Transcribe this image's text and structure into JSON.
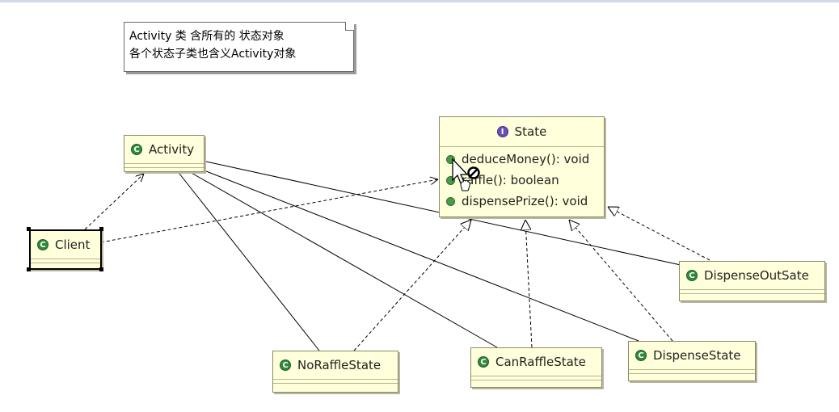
{
  "note": {
    "lines": [
      "Activity 类 含所有的 状态对象",
      "各个状态子类也含义Activity对象"
    ]
  },
  "classes": {
    "activity": {
      "name": "Activity",
      "kind": "class"
    },
    "client": {
      "name": "Client",
      "kind": "class"
    },
    "state": {
      "name": "State",
      "kind": "interface",
      "methods": [
        "deduceMoney(): void",
        "raffle(): boolean",
        "dispensePrize(): void"
      ]
    },
    "no_raffle": {
      "name": "NoRaffleState",
      "kind": "class"
    },
    "can_raffle": {
      "name": "CanRaffleState",
      "kind": "class"
    },
    "dispense": {
      "name": "DispenseState",
      "kind": "class"
    },
    "dispense_out": {
      "name": "DispenseOutSate",
      "kind": "class"
    }
  },
  "badges": {
    "class": "C",
    "interface": "I"
  },
  "colors": {
    "class_fill": "#ffffdc",
    "class_badge": "#2f8a3a",
    "interface_badge": "#6a4fb5",
    "line": "#000000"
  },
  "relations": [
    {
      "type": "dependency",
      "from": "client",
      "to": "activity"
    },
    {
      "type": "dependency",
      "from": "client",
      "to": "state"
    },
    {
      "type": "association",
      "from": "activity",
      "to": "no_raffle"
    },
    {
      "type": "association",
      "from": "activity",
      "to": "can_raffle"
    },
    {
      "type": "association",
      "from": "activity",
      "to": "dispense"
    },
    {
      "type": "association",
      "from": "activity",
      "to": "dispense_out"
    },
    {
      "type": "realization",
      "from": "no_raffle",
      "to": "state"
    },
    {
      "type": "realization",
      "from": "can_raffle",
      "to": "state"
    },
    {
      "type": "realization",
      "from": "dispense",
      "to": "state"
    },
    {
      "type": "realization",
      "from": "dispense_out",
      "to": "state"
    }
  ]
}
